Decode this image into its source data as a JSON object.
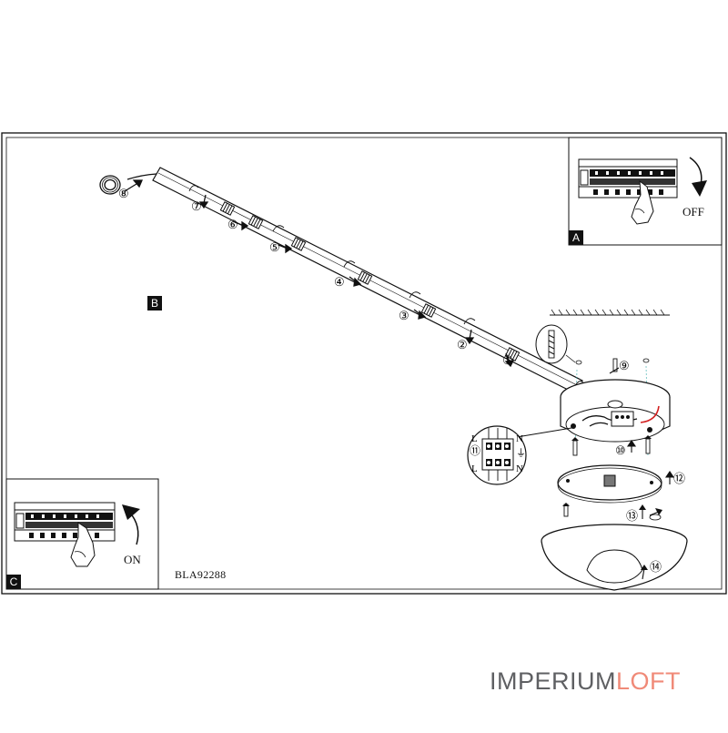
{
  "panels": {
    "a": {
      "label": "A",
      "switch_text": "OFF",
      "arrow": "clockwise"
    },
    "b": {
      "label": "B"
    },
    "c": {
      "label": "C",
      "switch_text": "ON",
      "arrow": "counter-clockwise"
    }
  },
  "model_code": "BLA92288",
  "terminal_block": {
    "left_mark": "L",
    "right_mark": "N",
    "ground_mark": "⏚",
    "callout": "⑪"
  },
  "steps": {
    "s1": "①",
    "s2": "②",
    "s3": "③",
    "s4": "④",
    "s5": "⑤",
    "s6": "⑥",
    "s7": "⑦",
    "s8": "⑧",
    "s9": "⑨",
    "s10": "⑩",
    "s12": "⑫",
    "s13": "⑬",
    "s14": "⑭"
  },
  "brand": {
    "part1": "IMPERIUM",
    "part2": "LOFT",
    "part1_color": "#5f6063",
    "part2_color": "#f08a78"
  },
  "colors": {
    "ink": "#111111",
    "wire_red": "#d22020",
    "page": "#ffffff"
  }
}
